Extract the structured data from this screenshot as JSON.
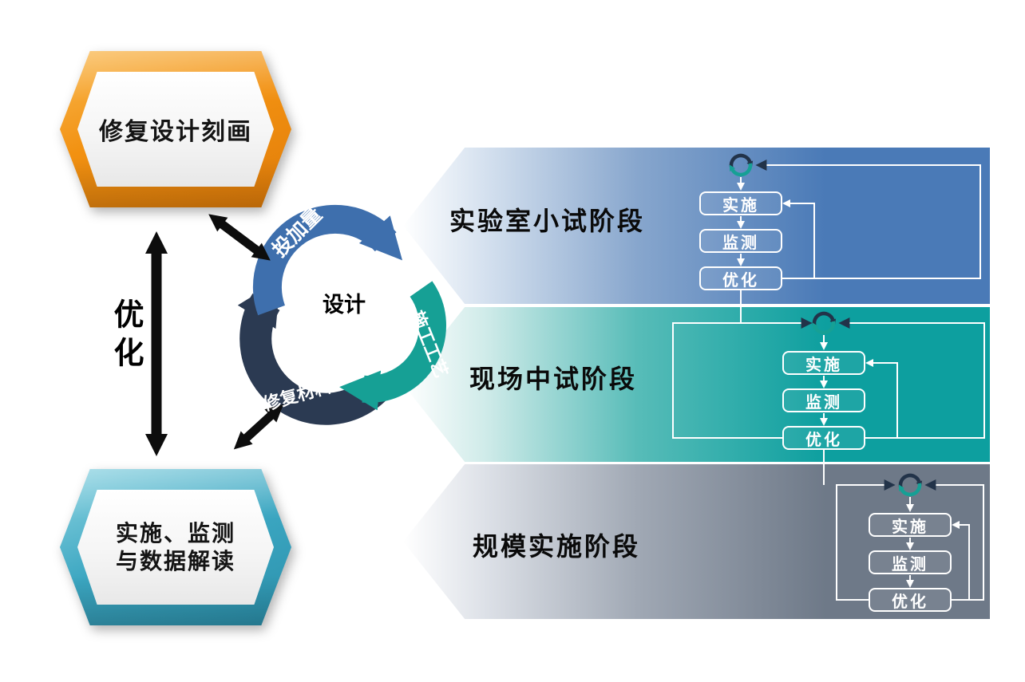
{
  "banners": {
    "top": {
      "label": "修复设计刻画"
    },
    "bottom": {
      "line1": "实施、监测",
      "line2": "与数据解读"
    },
    "between_label": "优化"
  },
  "cycle": {
    "center_label": "设计",
    "dosage_label": "投加量",
    "process_label": "施工工艺",
    "material_label": "修复材料",
    "colors": {
      "dosage": "#3e6fad",
      "process": "#16a095",
      "material": "#2b3a52"
    }
  },
  "stages": [
    {
      "label": "实验室小试阶段",
      "color": "#4a7ab7",
      "steps": [
        "实施",
        "监测",
        "优化"
      ]
    },
    {
      "label": "现场中试阶段",
      "color": "#0d9f9f",
      "steps": [
        "实施",
        "监测",
        "优化"
      ]
    },
    {
      "label": "规模实施阶段",
      "color": "#6e7988",
      "steps": [
        "实施",
        "监测",
        "优化"
      ]
    }
  ],
  "icons": {
    "stage_cycle": "circular-arrows-icon"
  }
}
